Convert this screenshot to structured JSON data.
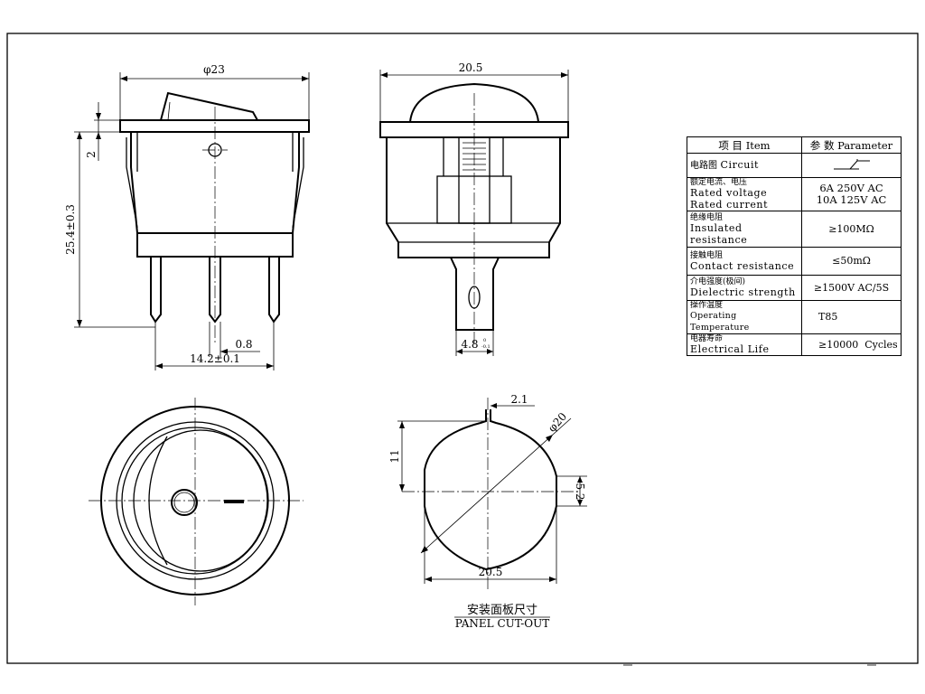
{
  "front_view": {
    "width_label": "φ23",
    "height_label": "25.4±0.3",
    "small_label": "2",
    "pitch_label": "14.2±0.1",
    "thickness_label": "0.8"
  },
  "side_view": {
    "width_label": "20.5",
    "terminal_label": "4.8",
    "terminal_tol_upper": "0",
    "terminal_tol_lower": "-0.1"
  },
  "cutout": {
    "notch_label": "2.1",
    "diameter_label": "φ20",
    "height_label": "11",
    "flat_label": "5.2",
    "width_label": "20.5",
    "caption_zh": "安装面板尺寸",
    "caption_en": "PANEL CUT-OUT"
  },
  "spec_table": {
    "header_item": "项 目 Item",
    "header_param": "参 数 Parameter",
    "rows": [
      {
        "zh": "电路图",
        "en": "Circuit",
        "value": ""
      },
      {
        "zh": "额定电流、电压",
        "en": "Rated voltage",
        "en2": "Rated current",
        "value": "6A 250V AC",
        "value2": "10A 125V AC"
      },
      {
        "zh": "绝缘电阻",
        "en": "Insulated",
        "en2": "resistance",
        "value": "≥100MΩ"
      },
      {
        "zh": "接触电阻",
        "en": "Contact resistance",
        "value": "≤50mΩ"
      },
      {
        "zh": "介电强度(极间)",
        "en": "Dielectric strength",
        "value": "≥1500V AC/5S"
      },
      {
        "zh": "操作温度",
        "en": "Operating Temperature",
        "value": "T85"
      },
      {
        "zh": "电器寿命",
        "en": "Electrical Life",
        "value": "≥10000  Cycles"
      }
    ]
  }
}
